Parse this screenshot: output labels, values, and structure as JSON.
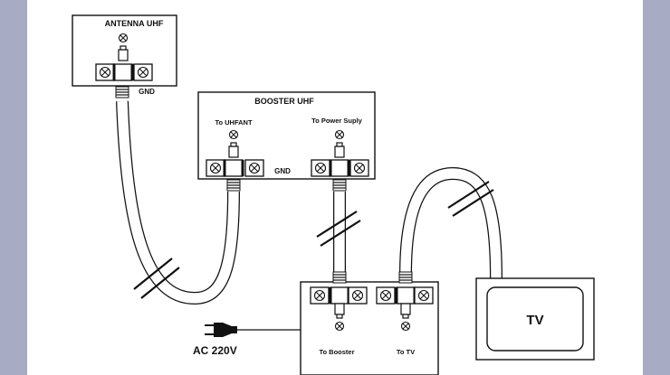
{
  "colors": {
    "margin": "#a7abc4",
    "line": "#111111",
    "paper": "#ffffff"
  },
  "antenna": {
    "title": "ANTENNA UHF",
    "gnd": "GND"
  },
  "booster": {
    "title": "BOOSTER UHF",
    "to_uhf_ant": "To UHFANT",
    "to_power_supply": "To Power Suply",
    "gnd": "GND"
  },
  "power_supply": {
    "to_booster": "To Booster",
    "to_tv": "To TV",
    "ac": "AC 220V"
  },
  "tv": {
    "label": "TV"
  }
}
